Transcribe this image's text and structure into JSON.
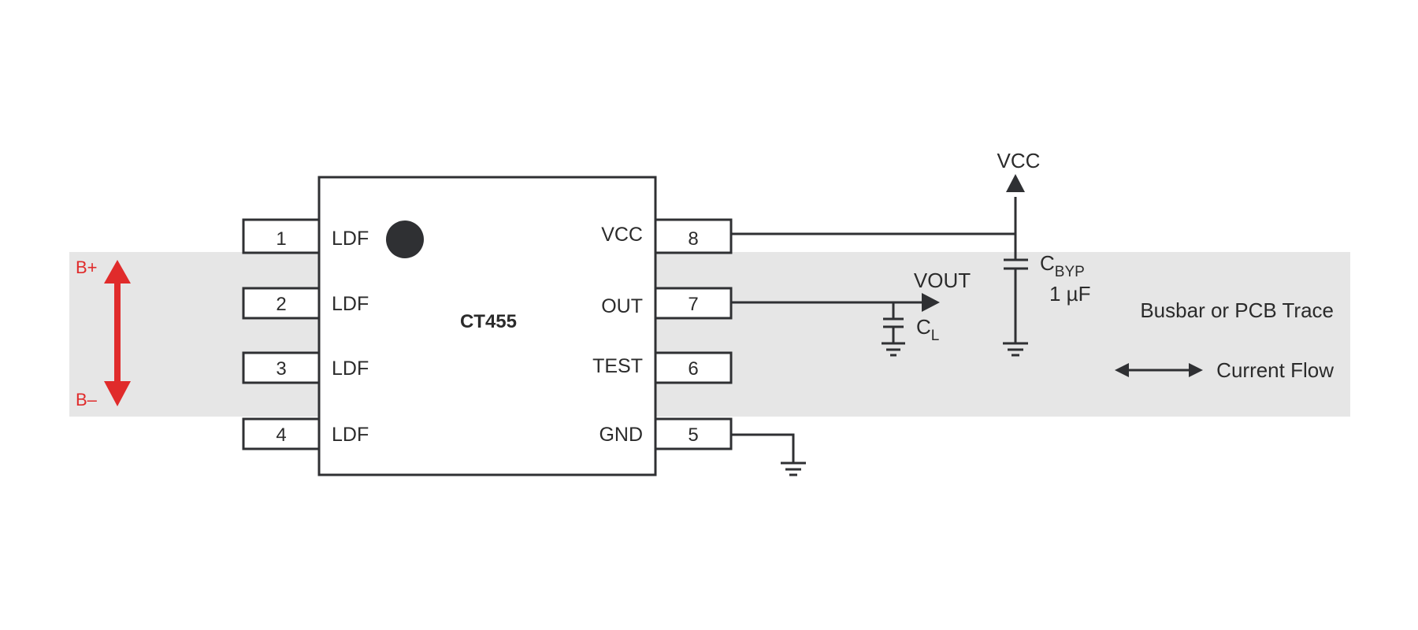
{
  "chip": {
    "name": "CT455",
    "left_pins": [
      {
        "num": "1",
        "name": "LDF"
      },
      {
        "num": "2",
        "name": "LDF"
      },
      {
        "num": "3",
        "name": "LDF"
      },
      {
        "num": "4",
        "name": "LDF"
      }
    ],
    "right_pins": [
      {
        "num": "8",
        "name": "VCC"
      },
      {
        "num": "7",
        "name": "OUT"
      },
      {
        "num": "6",
        "name": "TEST"
      },
      {
        "num": "5",
        "name": "GND"
      }
    ]
  },
  "nets": {
    "vcc": "VCC",
    "vout": "VOUT"
  },
  "components": {
    "cbyp_main": "C",
    "cbyp_sub": "BYP",
    "cbyp_value": "1 µF",
    "cl_main": "C",
    "cl_sub": "L"
  },
  "labels": {
    "trace": "Busbar or PCB Trace",
    "current_flow": "Current Flow",
    "b_plus": "B+",
    "b_minus": "B–"
  },
  "colors": {
    "trace_band": "#e6e6e6",
    "ink": "#2f3033",
    "accent_red": "#e02b2b"
  }
}
